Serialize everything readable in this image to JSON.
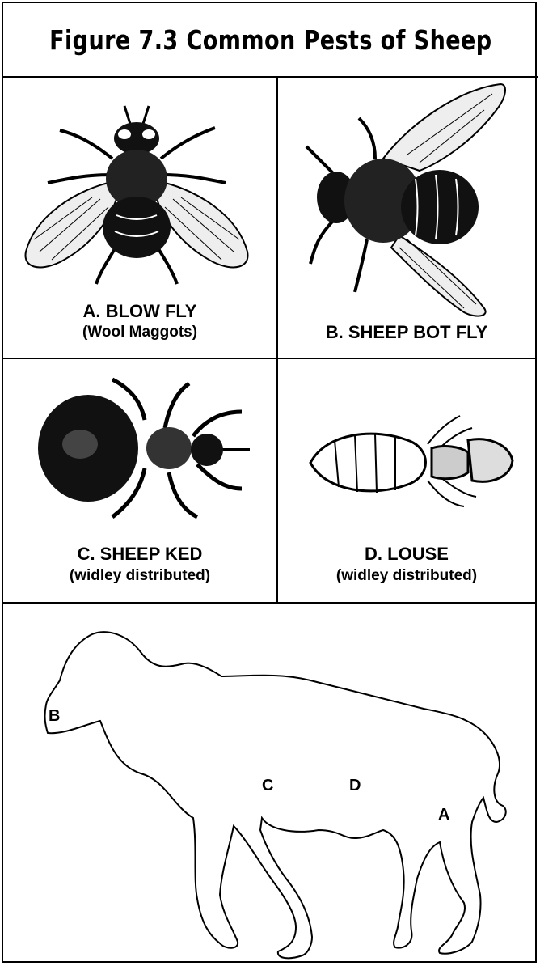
{
  "title": "Figure 7.3 Common Pests of Sheep",
  "pests": [
    {
      "label": "A. BLOW FLY",
      "sub": "(Wool Maggots)",
      "icon": "blow-fly-icon"
    },
    {
      "label": "B. SHEEP BOT FLY",
      "sub": "",
      "icon": "bot-fly-icon"
    },
    {
      "label": "C. SHEEP KED",
      "sub": "(widley distributed)",
      "icon": "sheep-ked-icon"
    },
    {
      "label": "D. LOUSE",
      "sub": "(widley distributed)",
      "icon": "louse-icon"
    }
  ],
  "sheep_markers": {
    "a": "A",
    "b": "B",
    "c": "C",
    "d": "D"
  }
}
